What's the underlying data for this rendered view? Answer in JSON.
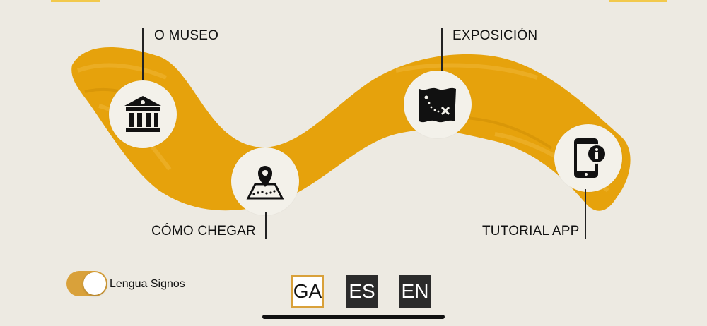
{
  "colors": {
    "background": "#edeae2",
    "stroke": "#e6a20c",
    "accent": "#d9a13a",
    "circle": "#f3f1ea",
    "lang_inactive": "#2b2b2b"
  },
  "menu": {
    "museo": {
      "label": "O MUSEO",
      "icon": "museum-icon"
    },
    "chegar": {
      "label": "CÓMO CHEGAR",
      "icon": "map-pin-icon"
    },
    "exposicion": {
      "label": "EXPOSICIÓN",
      "icon": "treasure-map-icon"
    },
    "tutorial": {
      "label": "TUTORIAL APP",
      "icon": "phone-info-icon"
    }
  },
  "sign_language": {
    "label": "Lengua Signos",
    "enabled": true
  },
  "languages": [
    {
      "code": "GA",
      "active": true
    },
    {
      "code": "ES",
      "active": false
    },
    {
      "code": "EN",
      "active": false
    }
  ]
}
